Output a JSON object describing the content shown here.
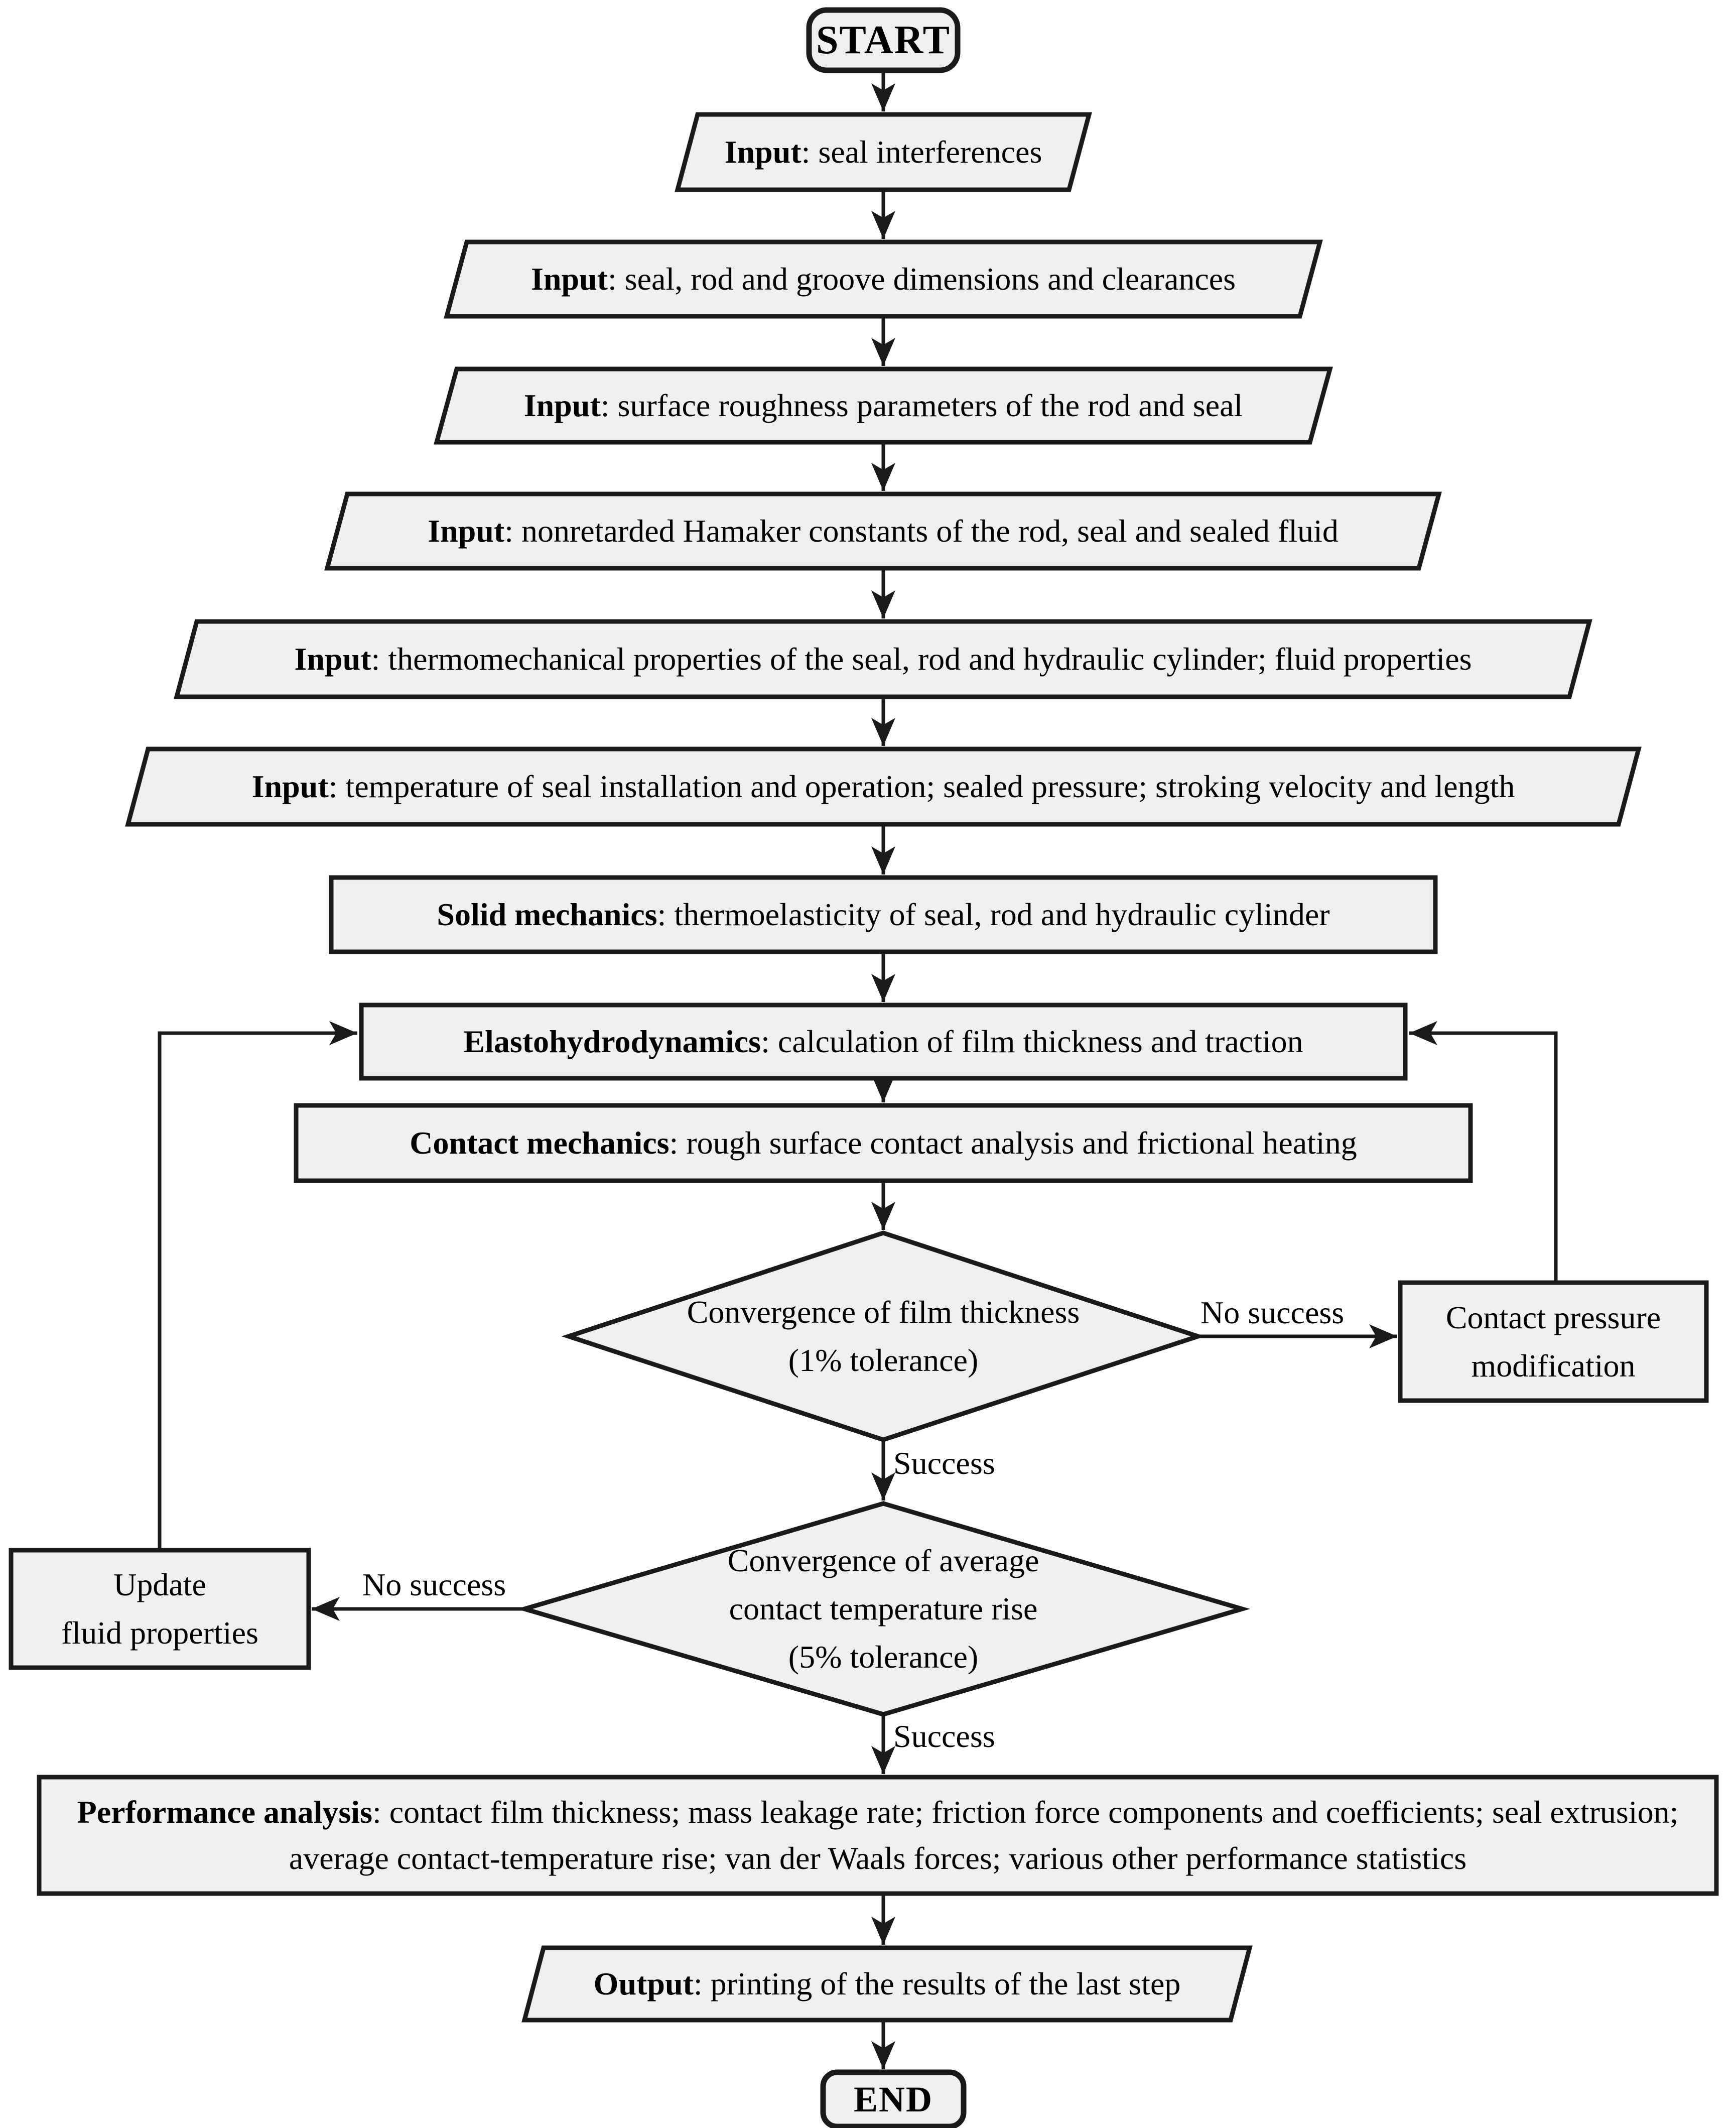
{
  "flowchart": {
    "title": "Numerical solution flowchart for hydraulic rod seal analysis",
    "nodes": {
      "start": {
        "label": "START"
      },
      "input_interferences": {
        "prefix": "Input",
        "text": ": seal interferences"
      },
      "input_dimensions": {
        "prefix": "Input",
        "text": ": seal, rod and groove dimensions and clearances"
      },
      "input_roughness": {
        "prefix": "Input",
        "text": ": surface roughness parameters of the rod and seal"
      },
      "input_hamaker": {
        "prefix": "Input",
        "text": ": nonretarded Hamaker constants of the rod, seal and sealed fluid"
      },
      "input_thermomechanical": {
        "prefix": "Input",
        "text": ": thermomechanical properties of the seal, rod and hydraulic cylinder; fluid properties"
      },
      "input_temperature": {
        "prefix": "Input",
        "text": ": temperature of seal installation and operation; sealed pressure; stroking velocity and length"
      },
      "solid_mechanics": {
        "prefix": "Solid mechanics",
        "text": ": thermoelasticity of seal, rod and hydraulic cylinder"
      },
      "elastohydrodynamics": {
        "prefix": "Elastohydrodynamics",
        "text": ": calculation of film thickness and traction"
      },
      "contact_mechanics": {
        "prefix": "Contact mechanics",
        "text": ": rough surface contact analysis and frictional heating"
      },
      "decision_film_thickness": {
        "line1": "Convergence of film thickness",
        "line2": "(1% tolerance)"
      },
      "contact_pressure_modification": {
        "line1": "Contact pressure",
        "line2": "modification"
      },
      "decision_temperature_rise": {
        "line1": "Convergence of average",
        "line2": "contact temperature rise",
        "line3": "(5% tolerance)"
      },
      "update_fluid_properties": {
        "line1": "Update",
        "line2": "fluid properties"
      },
      "performance_analysis": {
        "prefix": "Performance analysis",
        "text": ": contact film thickness; mass leakage rate; friction force components and coefficients; seal extrusion; average contact-temperature rise; van der Waals forces; various other performance statistics"
      },
      "output": {
        "prefix": "Output",
        "text": ": printing of the results of the last step"
      },
      "end": {
        "label": "END"
      }
    },
    "labels": {
      "success1": "Success",
      "success2": "Success",
      "no_success1": "No success",
      "no_success2": "No success"
    },
    "colors": {
      "node_fill": "#efefef",
      "stroke": "#1a1a1a",
      "background": "#ffffff"
    }
  }
}
